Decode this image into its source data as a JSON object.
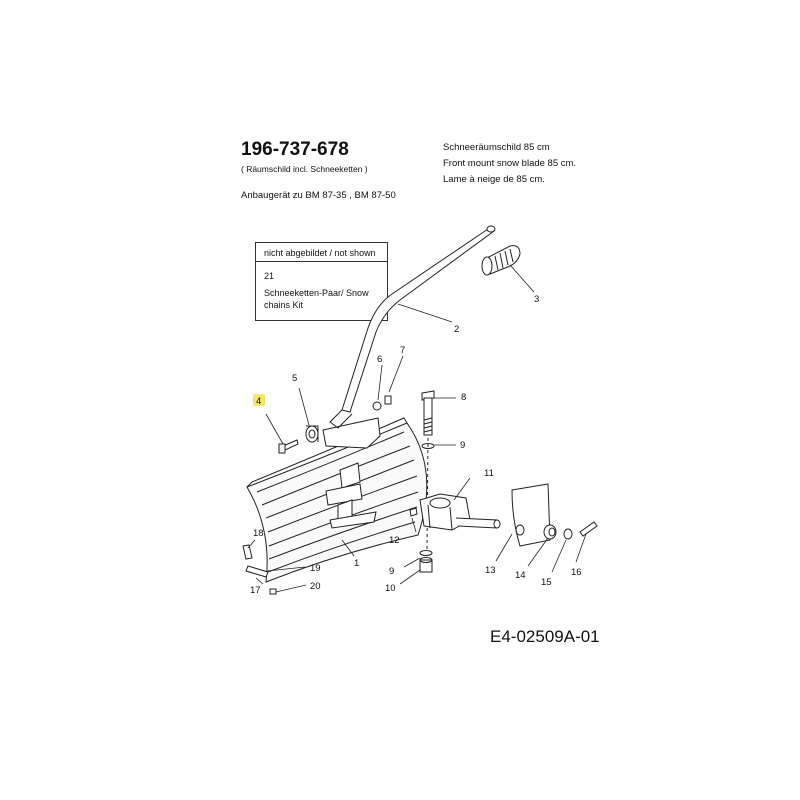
{
  "header": {
    "part_number": "196-737-678",
    "subtitle": "( Räumschild  incl. Schneeketten )",
    "fits": "Anbaugerät zu BM 87-35 , BM 87-50",
    "desc_de": "Schneeräumschild 85 cm",
    "desc_en": "Front mount snow blade 85 cm.",
    "desc_fr": "Lame à neige de 85 cm."
  },
  "not_shown_box": {
    "header": "nicht abgebildet / not shown",
    "item_number": "21",
    "item_label": "Schneeketten-Paar/ Snow chains Kit"
  },
  "callouts": [
    "1",
    "2",
    "3",
    "4",
    "5",
    "6",
    "7",
    "8",
    "9",
    "9",
    "10",
    "11",
    "12",
    "13",
    "14",
    "15",
    "16",
    "17",
    "18",
    "19",
    "20"
  ],
  "highlight_color": "#f5e66a",
  "reference_code": "E4-02509A-01"
}
